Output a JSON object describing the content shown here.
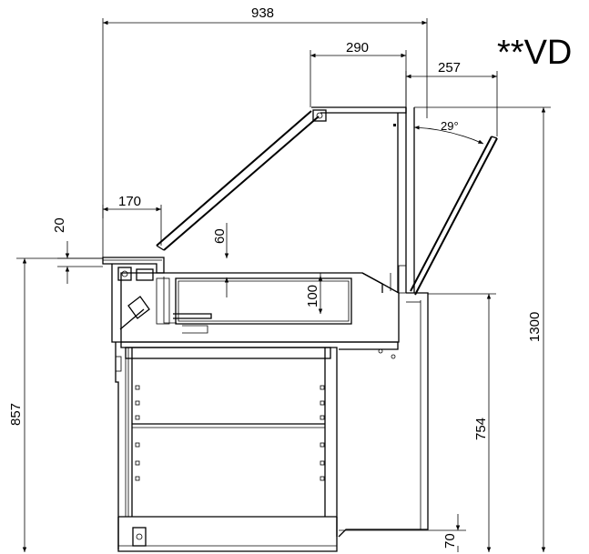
{
  "title": "**VD",
  "dimensions": {
    "overall_depth": "938",
    "top_width": "290",
    "glass_offset": "257",
    "glass_angle": "29°",
    "shelf_depth": "170",
    "shelf_step": "20",
    "glass_height": "60",
    "tray_depth": "100",
    "total_height": "1300",
    "counter_height": "857",
    "work_height": "754",
    "foot_height": "70"
  }
}
